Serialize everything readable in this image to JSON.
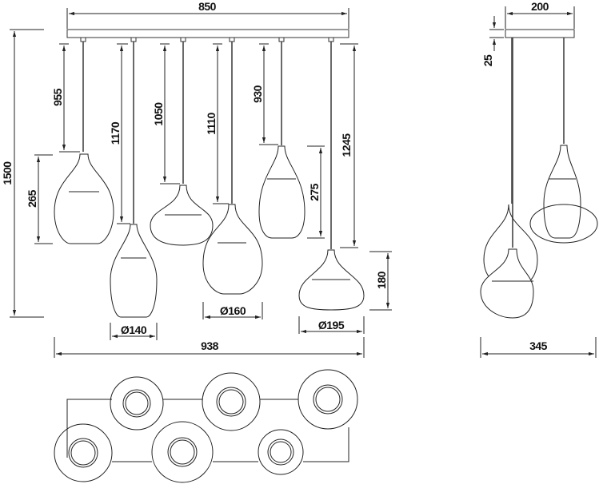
{
  "front_view": {
    "overall_width": "850",
    "overall_height": "1500",
    "total_span": "938",
    "cable_lengths": [
      "955",
      "1170",
      "1050",
      "1110",
      "930",
      "1245"
    ],
    "shade_heights": [
      "265",
      "275",
      "180"
    ],
    "diameters": [
      "Ø140",
      "Ø160",
      "Ø195"
    ]
  },
  "side_view": {
    "canopy_width": "200",
    "canopy_height": "25",
    "depth": "345"
  }
}
